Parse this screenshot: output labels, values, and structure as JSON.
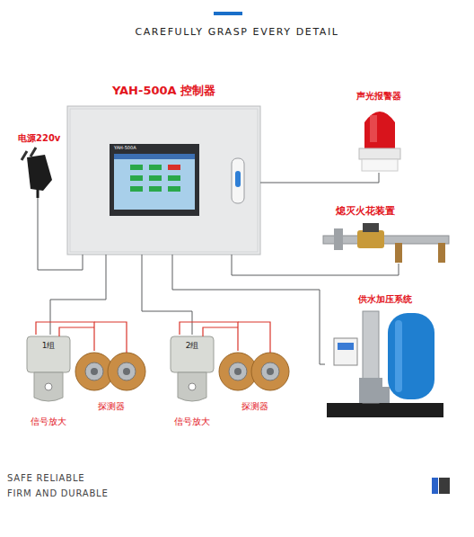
{
  "diagram": {
    "title": "CAREFULLY GRASP EVERY DETAIL",
    "nodes": [
      {
        "text": [
          "YAH-500A 控制器"
        ]
      },
      {
        "text": [
          "YAH-500A"
        ],
        "in": 0
      },
      {
        "text": [
          "电源220v"
        ]
      },
      {
        "text": [
          "声光报警器"
        ]
      },
      {
        "text": [
          "熄灭火花装置"
        ]
      },
      {
        "text": [
          "供水加压系统"
        ]
      },
      {
        "text": [
          "1组",
          "信号放大"
        ]
      },
      {
        "text": [
          "探测器"
        ]
      },
      {
        "text": [
          "2组",
          "信号放大"
        ]
      },
      {
        "text": [
          "探测器"
        ]
      }
    ],
    "edges": [
      {
        "from": 0,
        "to": 2,
        "arrow": "none"
      },
      {
        "from": 0,
        "to": 3,
        "arrow": "none"
      },
      {
        "from": 0,
        "to": 4,
        "arrow": "none"
      },
      {
        "from": 0,
        "to": 5,
        "arrow": "none"
      },
      {
        "from": 0,
        "to": 6,
        "arrow": "none"
      },
      {
        "from": 0,
        "to": 8,
        "arrow": "none"
      },
      {
        "from": 6,
        "to": 7,
        "arrow": "none"
      },
      {
        "from": 8,
        "to": 9,
        "arrow": "none"
      }
    ],
    "labels": [
      "SAFE RELIABLE",
      "FIRM AND DURABLE"
    ]
  }
}
